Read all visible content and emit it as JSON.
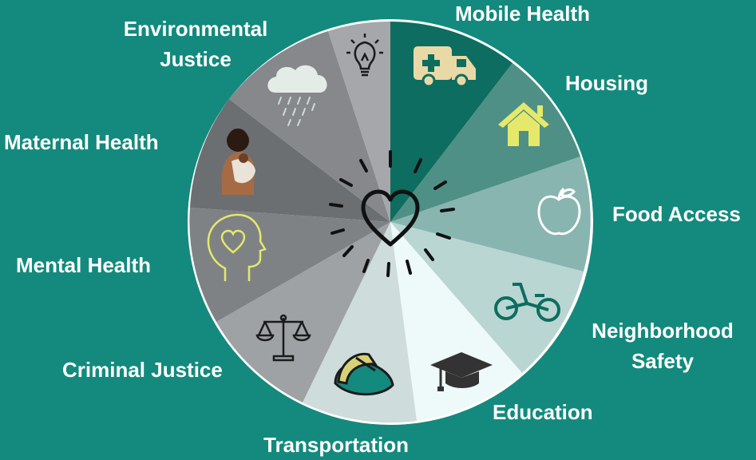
{
  "colors": {
    "background": "#138a7d",
    "ring": "#ffffff"
  },
  "center_icon": "heart-icon",
  "segments": [
    {
      "key": "mobile-health",
      "label": "Mobile Health",
      "color": "#0d6d60",
      "icon": "ambulance-icon"
    },
    {
      "key": "housing",
      "label": "Housing",
      "color": "#4e9086",
      "icon": "house-icon"
    },
    {
      "key": "food-access",
      "label": "Food Access",
      "color": "#88b5b0",
      "icon": "apple-icon"
    },
    {
      "key": "neighborhood-safety",
      "label": "Neighborhood Safety",
      "lines": [
        "Neighborhood",
        "Safety"
      ],
      "color": "#b9d6d2",
      "icon": "bicycle-icon"
    },
    {
      "key": "education",
      "label": "Education",
      "color": "#eefaf9",
      "icon": "graduation-cap-icon"
    },
    {
      "key": "transportation",
      "label": "Transportation",
      "color": "#cfdcdc",
      "icon": "car-seat-icon"
    },
    {
      "key": "criminal-justice",
      "label": "Criminal Justice",
      "color": "#9ea2a5",
      "icon": "scales-icon"
    },
    {
      "key": "mental-health",
      "label": "Mental Health",
      "color": "#7f8285",
      "icon": "head-heart-icon"
    },
    {
      "key": "maternal-health",
      "label": "Maternal Health",
      "color": "#6c6f72",
      "icon": "mother-baby-icon"
    },
    {
      "key": "environmental-justice",
      "label": "Environmental Justice",
      "lines": [
        "Environmental",
        "Justice"
      ],
      "color": "#86888c",
      "icon": "rain-cloud-icon"
    },
    {
      "key": "innovation",
      "label": "",
      "color": "#a6a7ab",
      "icon": "lightbulb-icon"
    }
  ]
}
